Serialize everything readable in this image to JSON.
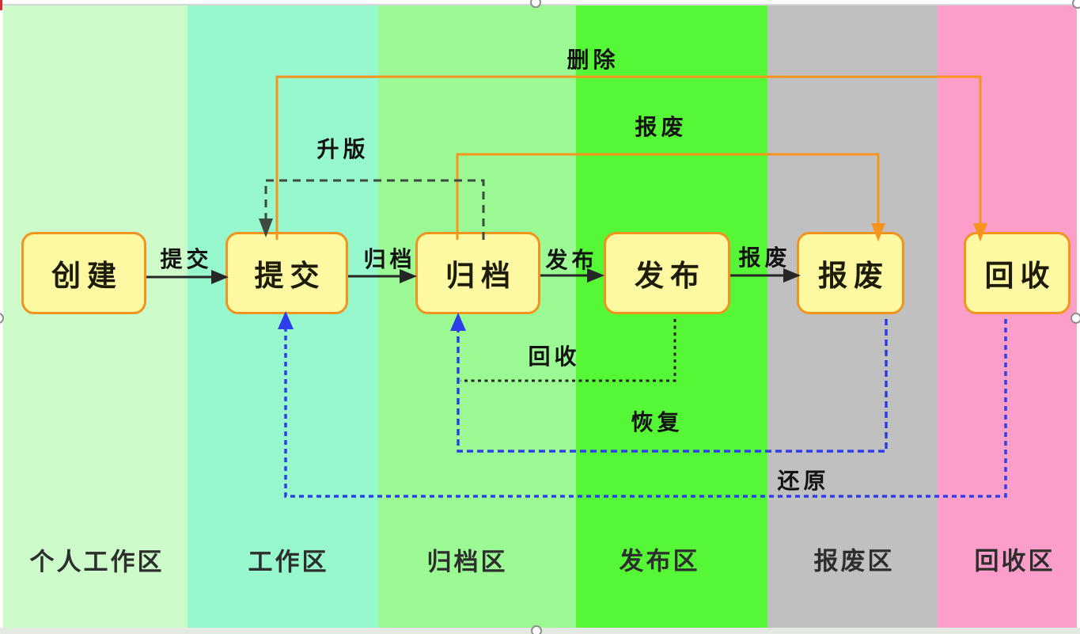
{
  "diagram": {
    "zones": [
      {
        "label": "个人工作区",
        "color": "#cdfcca"
      },
      {
        "label": "工作区",
        "color": "#97f7cd"
      },
      {
        "label": "归档区",
        "color": "#9bfa94"
      },
      {
        "label": "发布区",
        "color": "#55f737"
      },
      {
        "label": "报废区",
        "color": "#c0c0c0"
      },
      {
        "label": "回收区",
        "color": "#fb9fca"
      }
    ],
    "nodes": [
      {
        "label": "创建"
      },
      {
        "label": "提交"
      },
      {
        "label": "归档"
      },
      {
        "label": "发布"
      },
      {
        "label": "报废"
      },
      {
        "label": "回收"
      }
    ],
    "edges": {
      "submit": {
        "label": "提交",
        "style": "solid-black",
        "from": "创建",
        "to": "提交"
      },
      "archive": {
        "label": "归档",
        "style": "solid-black",
        "from": "提交",
        "to": "归档"
      },
      "publish": {
        "label": "发布",
        "style": "solid-black",
        "from": "归档",
        "to": "发布"
      },
      "to_scrap": {
        "label": "报废",
        "style": "solid-black",
        "from": "发布",
        "to": "报废"
      },
      "delete": {
        "label": "删除",
        "style": "solid-orange",
        "from": "提交",
        "to": "回收"
      },
      "scrap_jump": {
        "label": "报废",
        "style": "solid-orange",
        "from": "归档",
        "to": "报废"
      },
      "upgrade": {
        "label": "升版",
        "style": "dashed-black",
        "from": "归档",
        "to": "提交"
      },
      "recycle": {
        "label": "回收",
        "style": "dotted-black",
        "from": "发布",
        "to": "归档"
      },
      "restore": {
        "label": "恢复",
        "style": "dashed-blue",
        "from": "报废",
        "to": "归档"
      },
      "revert": {
        "label": "还原",
        "style": "dotted-blue",
        "from": "回收",
        "to": "提交"
      }
    },
    "colors": {
      "zone1": "#cdfcca",
      "zone2": "#97f7cd",
      "zone3": "#9bfa94",
      "zone4": "#55f737",
      "zone5": "#c0c0c0",
      "zone6": "#fb9fca",
      "box_fill": "#fdf8a2",
      "box_border": "#f0941e",
      "orange_line": "#f6941e",
      "blue_line": "#2e3ee8",
      "black_line": "#262626",
      "dash_black": "#3d4a42"
    }
  }
}
